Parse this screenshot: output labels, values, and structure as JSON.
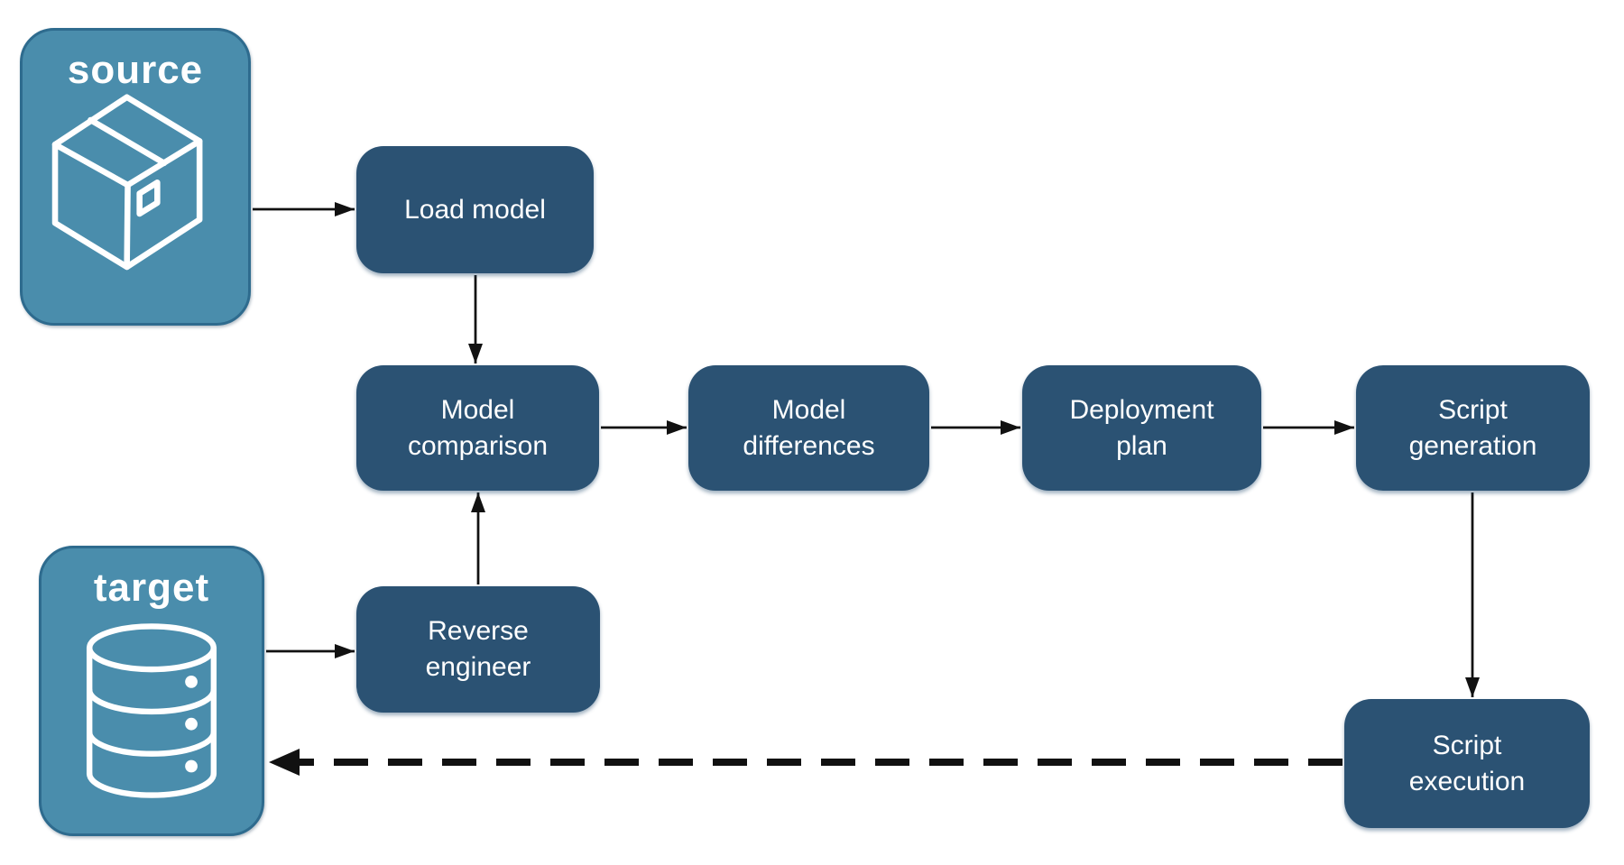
{
  "diagram": {
    "entities": {
      "source": {
        "label": "source",
        "icon": "package-icon"
      },
      "target": {
        "label": "target",
        "icon": "database-icon"
      }
    },
    "steps": {
      "load_model": {
        "label": "Load model"
      },
      "model_comparison": {
        "label": "Model\ncomparison"
      },
      "model_differences": {
        "label": "Model\ndifferences"
      },
      "deployment_plan": {
        "label": "Deployment\nplan"
      },
      "script_generation": {
        "label": "Script\ngeneration"
      },
      "reverse_engineer": {
        "label": "Reverse\nengineer"
      },
      "script_execution": {
        "label": "Script\nexecution"
      }
    },
    "flows": {
      "solid": [
        "source to load_model",
        "load_model to model_comparison",
        "model_comparison to model_differences",
        "model_differences to deployment_plan",
        "deployment_plan to script_generation",
        "script_generation to script_execution",
        "target to reverse_engineer",
        "reverse_engineer to model_comparison"
      ],
      "dashed": [
        "script_execution to target"
      ]
    },
    "colors": {
      "step_fill": "#2B5273",
      "entity_fill": "#4A8DAC",
      "entity_border": "#2E6B8E",
      "arrow": "#111111",
      "text": "#FFFFFF",
      "background": "#FFFFFF"
    }
  }
}
